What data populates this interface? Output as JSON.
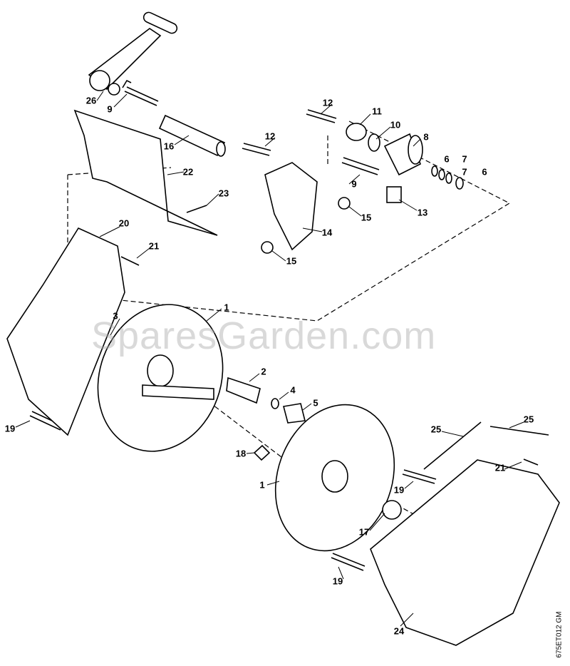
{
  "diagram": {
    "watermark": "SparesGarden.com",
    "drawing_code": "675ET012 GM",
    "labels": [
      "26",
      "9",
      "16",
      "12",
      "11",
      "10",
      "8",
      "6",
      "7",
      "7",
      "6",
      "22",
      "12",
      "9",
      "13",
      "15",
      "14",
      "15",
      "23",
      "20",
      "21",
      "1",
      "3",
      "2",
      "4",
      "5",
      "19",
      "18",
      "1",
      "25",
      "25",
      "21",
      "19",
      "17",
      "19",
      "24"
    ]
  }
}
